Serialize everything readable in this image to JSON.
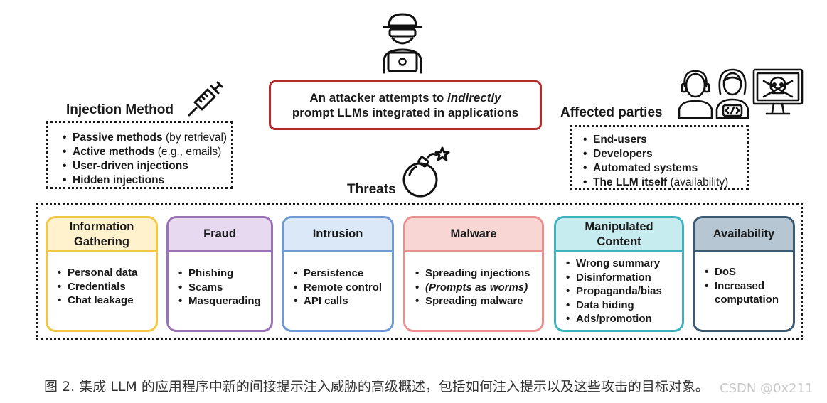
{
  "center": {
    "line1_prefix": "An attacker attempts to ",
    "line1_emph": "indirectly",
    "line2": "prompt LLMs integrated in applications"
  },
  "injection": {
    "title": "Injection Method",
    "items": [
      {
        "bold": "Passive methods",
        "light": " (by retrieval)"
      },
      {
        "bold": "Active methods",
        "light": " (e.g., emails)"
      },
      {
        "bold": "User-driven injections",
        "light": ""
      },
      {
        "bold": "Hidden injections",
        "light": ""
      }
    ]
  },
  "affected": {
    "title": "Affected parties",
    "items": [
      {
        "bold": "End-users",
        "light": ""
      },
      {
        "bold": "Developers",
        "light": ""
      },
      {
        "bold": "Automated systems",
        "light": ""
      },
      {
        "bold": "The LLM itself",
        "light": " (availability)"
      }
    ]
  },
  "threats_title": "Threats",
  "threats": [
    {
      "title": "Information Gathering",
      "color": "#f2c744",
      "fill": "#fff2cc",
      "items": [
        "Personal data",
        "Credentials",
        "Chat leakage"
      ]
    },
    {
      "title": "Fraud",
      "color": "#9a72b8",
      "fill": "#e6d9f0",
      "items": [
        "Phishing",
        "Scams",
        "Masquerading"
      ]
    },
    {
      "title": "Intrusion",
      "color": "#6f9ad6",
      "fill": "#dbe8f8",
      "items": [
        "Persistence",
        "Remote control",
        "API calls"
      ]
    },
    {
      "title": "Malware",
      "color": "#e99090",
      "fill": "#f8d6d4",
      "items": [
        "Spreading injections",
        "(Prompts as worms)",
        "Spreading malware"
      ]
    },
    {
      "title": "Manipulated Content",
      "color": "#3fb3bd",
      "fill": "#c6ecef",
      "items": [
        "Wrong summary",
        "Disinformation",
        "Propaganda/bias",
        "Data hiding",
        "Ads/promotion"
      ]
    },
    {
      "title": "Availability",
      "color": "#3d5a73",
      "fill": "#b6c6d3",
      "items": [
        "DoS",
        "Increased computation"
      ]
    }
  ],
  "caption": "图 2. 集成 LLM 的应用程序中新的间接提示注入威胁的高级概述，包括如何注入提示以及这些攻击的目标对象。",
  "watermark": "CSDN @0x211",
  "icons": [
    "hacker-icon",
    "syringe-icon",
    "bomb-icon",
    "user-headset-icon",
    "developer-icon",
    "skull-monitor-icon"
  ]
}
